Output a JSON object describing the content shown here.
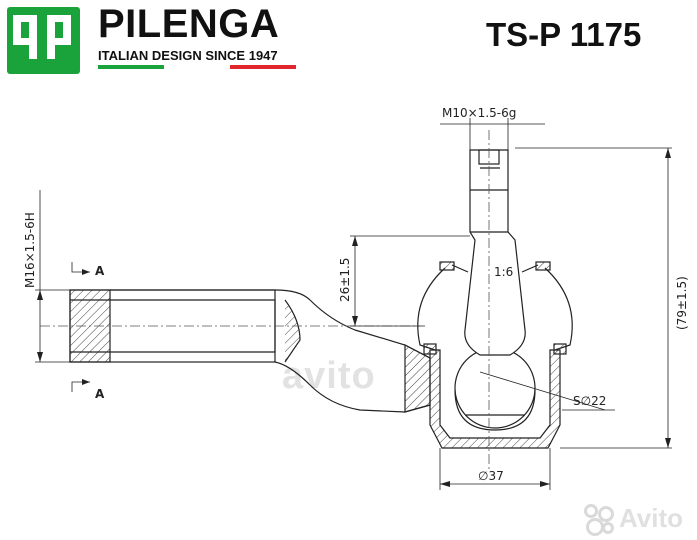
{
  "brand": {
    "logo_letters": "qp",
    "name": "PILENGA",
    "tagline": "ITALIAN DESIGN SINCE 1947",
    "logo_color": "#1aa33a",
    "flag_colors": [
      "#1aa33a",
      "#ffffff",
      "#e0252c"
    ]
  },
  "part_number": "TS-P 1175",
  "dimensions": {
    "thread_top": "M10×1.5-6g",
    "thread_end": "M16×1.5-6H",
    "height_total": "(79±1.5)",
    "height_ball": "26±1.5",
    "taper": "1:6",
    "sphere": "S∅22",
    "base_dia": "∅37",
    "section_mark": "A"
  },
  "watermark": {
    "center": "avito",
    "corner": "Avito"
  }
}
